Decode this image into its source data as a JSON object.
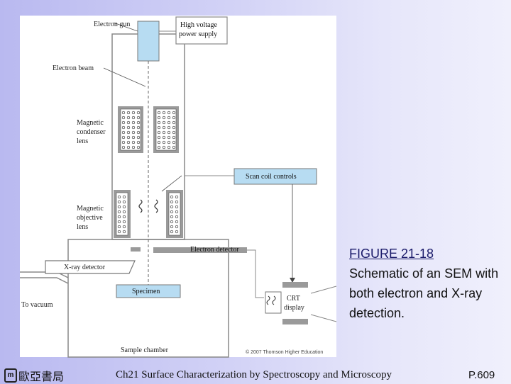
{
  "figure": {
    "labels": {
      "electron_gun": "Electron gun",
      "high_voltage_line1": "High voltage",
      "high_voltage_line2": "power supply",
      "electron_beam": "Electron beam",
      "condenser_line1": "Magnetic",
      "condenser_line2": "condenser",
      "condenser_line3": "lens",
      "scan_coil_controls": "Scan coil controls",
      "objective_line1": "Magnetic",
      "objective_line2": "objective",
      "objective_line3": "lens",
      "electron_detector": "Electron detector",
      "xray_detector": "X-ray detector",
      "specimen": "Specimen",
      "crt_line1": "CRT",
      "crt_line2": "display",
      "to_vacuum": "To vacuum",
      "sample_chamber": "Sample chamber",
      "copyright": "© 2007 Thomson Higher Education"
    }
  },
  "caption": {
    "title": "FIGURE 21-18",
    "text": "Schematic of an SEM with both electron and X-ray detection."
  },
  "footer": {
    "publisher": "歐亞書局",
    "logo_mark": "m",
    "course": "Ch21 Surface Characterization by Spectroscopy and Microscopy",
    "page": "P.609"
  },
  "colors": {
    "beam_blue": "#b7dcf2",
    "box_blue": "#b7dcf2",
    "gray_dark": "#9a9a9a",
    "panel_white": "#ffffff"
  }
}
